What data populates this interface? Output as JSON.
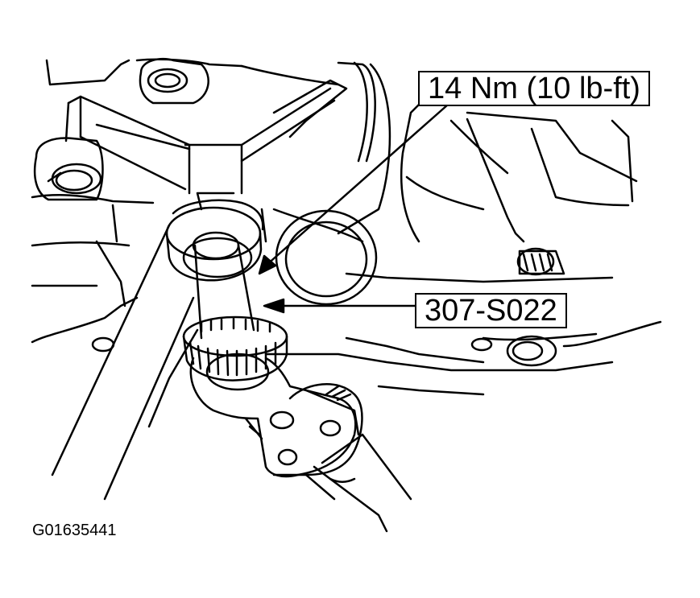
{
  "callouts": {
    "torque_spec": "14 Nm (10 lb-ft)",
    "tool_number": "307-S022"
  },
  "figure_id": "G01635441",
  "colors": {
    "ink": "#000000",
    "paper": "#ffffff"
  }
}
